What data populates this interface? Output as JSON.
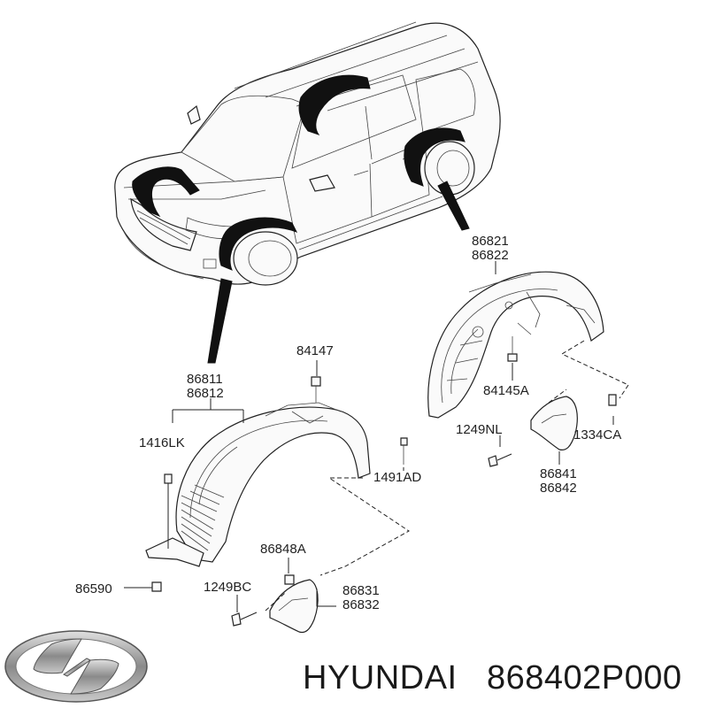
{
  "footer": {
    "brand": "HYUNDAI",
    "part_number": "868402P000"
  },
  "labels": {
    "p86821": "86821",
    "p86822": "86822",
    "p84147": "84147",
    "p86811": "86811",
    "p86812": "86812",
    "p84145A": "84145A",
    "p1416LK": "1416LK",
    "p1249NL": "1249NL",
    "p1334CA": "1334CA",
    "p1491AD": "1491AD",
    "p86841": "86841",
    "p86842": "86842",
    "p86848A": "86848A",
    "p86590": "86590",
    "p1249BC": "1249BC",
    "p86831": "86831",
    "p86832": "86832"
  }
}
